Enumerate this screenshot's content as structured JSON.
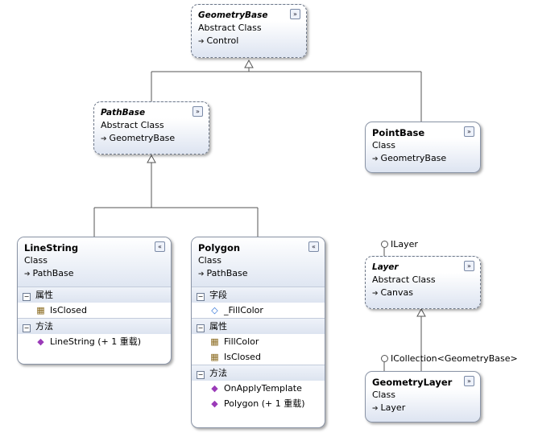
{
  "classes": {
    "geometrybase": {
      "name": "GeometryBase",
      "kind": "Abstract Class",
      "base": "Control",
      "toggle": "»"
    },
    "pathbase": {
      "name": "PathBase",
      "kind": "Abstract Class",
      "base": "GeometryBase",
      "toggle": "»"
    },
    "pointbase": {
      "name": "PointBase",
      "kind": "Class",
      "base": "GeometryBase",
      "toggle": "»"
    },
    "linestring": {
      "name": "LineString",
      "kind": "Class",
      "base": "PathBase",
      "toggle": "«",
      "sec_props": "属性",
      "prop_isclosed": "IsClosed",
      "sec_methods": "方法",
      "method_ctor": "LineString (+ 1 重载)"
    },
    "polygon": {
      "name": "Polygon",
      "kind": "Class",
      "base": "PathBase",
      "toggle": "«",
      "sec_fields": "字段",
      "field_fillcolor": "_FillColor",
      "sec_props": "属性",
      "prop_fillcolor": "FillColor",
      "prop_isclosed": "IsClosed",
      "sec_methods": "方法",
      "method_applytemplate": "OnApplyTemplate",
      "method_ctor": "Polygon (+ 1 重载)"
    },
    "layer": {
      "name": "Layer",
      "kind": "Abstract Class",
      "base": "Canvas",
      "toggle": "»"
    },
    "geometrylayer": {
      "name": "GeometryLayer",
      "kind": "Class",
      "base": "Layer",
      "toggle": "»"
    }
  },
  "interfaces": {
    "ilayer": "ILayer",
    "icollection": "ICollection<GeometryBase>"
  },
  "icons": {
    "section_toggle": "minus-square-icon",
    "inherit_arrow": "inherits-arrow-icon",
    "method": "method-icon",
    "property": "property-icon",
    "field": "field-icon",
    "interface": "interface-lollipop-icon"
  },
  "symbols": {
    "section_toggle": "−",
    "inherit_arrow": "➔",
    "method": "◆",
    "property": "▦",
    "field": "◇"
  }
}
